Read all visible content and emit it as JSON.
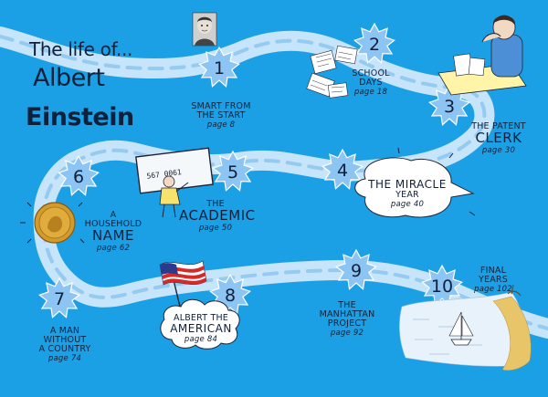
{
  "title": {
    "line1": "The life of...",
    "line2": "Albert",
    "line3": "Einstein"
  },
  "colors": {
    "background": "#1ba0e6",
    "path": "#cfe6fb",
    "star": "#8cc4f3",
    "ink": "#10203a"
  },
  "stops": [
    {
      "num": "1",
      "label_line1": "Smart from",
      "label_line2": "the start",
      "page": "page 8"
    },
    {
      "num": "2",
      "label_line1": "School",
      "label_line2": "days",
      "page": "page 18"
    },
    {
      "num": "3",
      "label_line1": "The patent",
      "label_line2": "Clerk",
      "page": "page 30"
    },
    {
      "num": "4",
      "label_line1": "The Miracle",
      "label_line2": "Year",
      "page": "page 40"
    },
    {
      "num": "5",
      "label_line1": "The",
      "label_line2": "Academic",
      "page": "page 50"
    },
    {
      "num": "6",
      "label_line1": "A household",
      "label_line2": "Name",
      "page": "page 62"
    },
    {
      "num": "7",
      "label_line1": "A man",
      "label_line2": "without",
      "label_line3": "a country",
      "page": "page 74"
    },
    {
      "num": "8",
      "label_line1": "Albert the",
      "label_line2": "American",
      "page": "page 84"
    },
    {
      "num": "9",
      "label_line1": "The",
      "label_line2": "Manhattan",
      "label_line3": "Project",
      "page": "page 92"
    },
    {
      "num": "10",
      "label_line1": "Final",
      "label_line2": "Years",
      "page": "page 102"
    }
  ],
  "illustrations": {
    "portrait": "boy-portrait-icon",
    "papers": "school-papers-icon",
    "clerk": "patent-clerk-at-desk-icon",
    "blackboard": "teacher-at-blackboard-icon",
    "medal": "nobel-medal-icon",
    "flag": "american-flag-icon",
    "sailboat": "sailboat-on-water-icon"
  },
  "blackboard_text": "567 0061"
}
